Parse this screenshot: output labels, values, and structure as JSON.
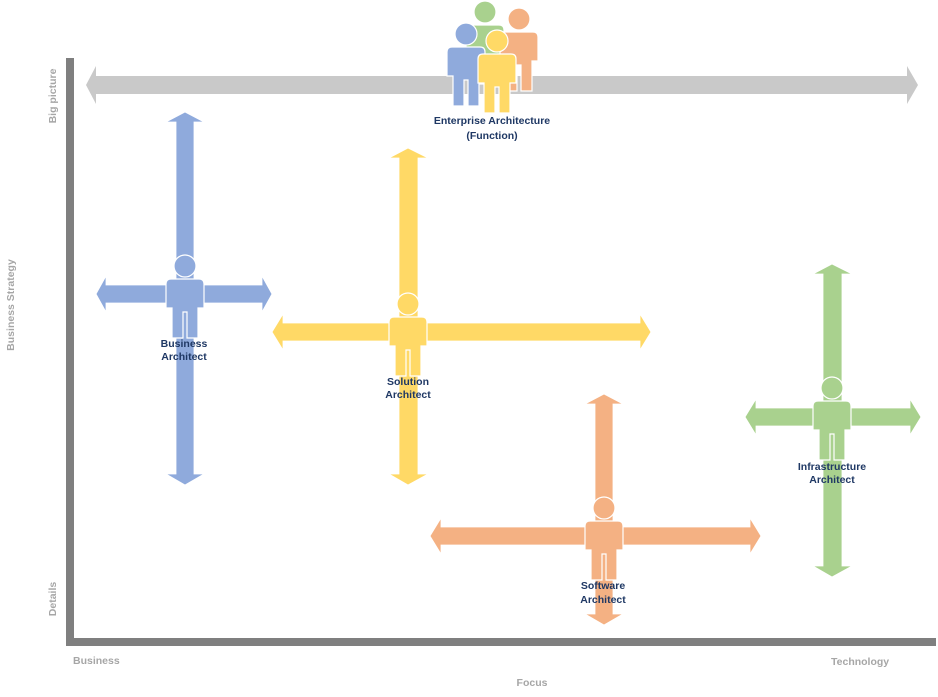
{
  "axes": {
    "y_title": "Business Strategy",
    "y_top": "Big picture",
    "y_bottom": "Details",
    "x_title": "Focus",
    "x_left": "Business",
    "x_right": "Technology"
  },
  "roles": {
    "enterprise": {
      "line1": "Enterprise Architecture",
      "line2": "(Function)"
    },
    "business": {
      "line1": "Business",
      "line2": "Architect"
    },
    "solution": {
      "line1": "Solution",
      "line2": "Architect"
    },
    "software": {
      "line1": "Software",
      "line2": "Architect"
    },
    "infrastructure": {
      "line1": "Infrastructure",
      "line2": "Architect"
    }
  },
  "colors": {
    "axis": "#7f7f7f",
    "axis_text": "#a6a6a6",
    "label_text": "#1f3864",
    "enterprise_arrow": "#c9c9c9",
    "business": "#8faadc",
    "solution": "#ffd966",
    "software": "#f4b183",
    "infrastructure": "#a9d18e"
  },
  "icons": {
    "person": "person-icon",
    "double_arrow": "double-arrow-icon"
  }
}
